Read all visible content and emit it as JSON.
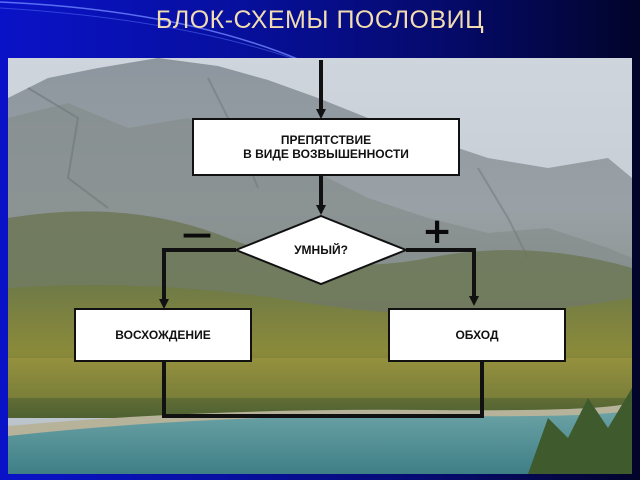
{
  "slide": {
    "title": "БЛОК-СХЕМЫ ПОСЛОВИЦ"
  },
  "flowchart": {
    "obstacle_line1": "ПРЕПЯТСТВИЕ",
    "obstacle_line2": "В ВИДЕ ВОЗВЫШЕННОСТИ",
    "decision": "УМНЫЙ?",
    "no_sign": "—",
    "yes_sign": "+",
    "no_branch": "ВОСХОЖДЕНИЕ",
    "yes_branch": "ОБХОД"
  },
  "colors": {
    "title": "#f2ddb0",
    "background_blue": "#0a12c8",
    "line": "#111111"
  }
}
